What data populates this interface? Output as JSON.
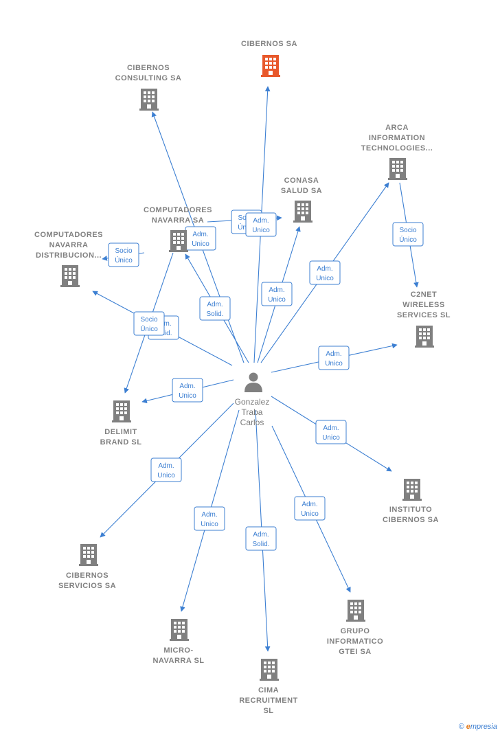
{
  "center": {
    "label": [
      "Gonzalez",
      "Traba",
      "Carlos"
    ]
  },
  "colors": {
    "edge": "#3c7fd2",
    "building": "#808080",
    "main_building": "#e8582b"
  },
  "companies": [
    {
      "id": "cibernos",
      "label": [
        "CIBERNOS SA"
      ],
      "main": true
    },
    {
      "id": "cibernos-consulting",
      "label": [
        "CIBERNOS",
        "CONSULTING SA"
      ]
    },
    {
      "id": "arca",
      "label": [
        "ARCA",
        "INFORMATION",
        "TECHNOLOGIES..."
      ]
    },
    {
      "id": "conasa",
      "label": [
        "CONASA",
        "SALUD SA"
      ]
    },
    {
      "id": "comp-navarra",
      "label": [
        "COMPUTADORES",
        "NAVARRA SA"
      ]
    },
    {
      "id": "comp-navarra-dist",
      "label": [
        "COMPUTADORES",
        "NAVARRA",
        "DISTRIBUCION..."
      ]
    },
    {
      "id": "c2net",
      "label": [
        "C2NET",
        "WIRELESS",
        "SERVICES SL"
      ]
    },
    {
      "id": "delimit",
      "label": [
        "DELIMIT",
        "BRAND SL"
      ]
    },
    {
      "id": "instituto",
      "label": [
        "INSTITUTO",
        "CIBERNOS SA"
      ]
    },
    {
      "id": "cibernos-servicios",
      "label": [
        "CIBERNOS",
        "SERVICIOS SA"
      ]
    },
    {
      "id": "grupo",
      "label": [
        "GRUPO",
        "INFORMATICO",
        "GTEI SA"
      ]
    },
    {
      "id": "micro-navarra",
      "label": [
        "MICRO-",
        "NAVARRA SL"
      ]
    },
    {
      "id": "cima",
      "label": [
        "CIMA",
        "RECRUITMENT",
        "SL"
      ]
    }
  ],
  "edges": [
    {
      "from": "center",
      "to": "cibernos",
      "label": []
    },
    {
      "from": "center",
      "to": "cibernos-consulting",
      "label": []
    },
    {
      "from": "center",
      "to": "conasa",
      "label": [
        "Adm.",
        "Unico"
      ]
    },
    {
      "from": "center",
      "to": "arca",
      "label": [
        "Adm.",
        "Unico"
      ]
    },
    {
      "from": "center",
      "to": "comp-navarra",
      "label": [
        "Adm.",
        "Solid."
      ]
    },
    {
      "from": "center",
      "to": "comp-navarra-dist",
      "label": [
        "Adm.",
        "Solid."
      ]
    },
    {
      "from": "center",
      "to": "c2net",
      "label": [
        "Adm.",
        "Unico"
      ]
    },
    {
      "from": "center",
      "to": "delimit",
      "label": [
        "Adm.",
        "Unico"
      ]
    },
    {
      "from": "center",
      "to": "instituto",
      "label": [
        "Adm.",
        "Unico"
      ]
    },
    {
      "from": "center",
      "to": "cibernos-servicios",
      "label": [
        "Adm.",
        "Unico"
      ]
    },
    {
      "from": "center",
      "to": "micro-navarra",
      "label": [
        "Adm.",
        "Unico"
      ]
    },
    {
      "from": "center",
      "to": "cima",
      "label": [
        "Adm.",
        "Solid."
      ]
    },
    {
      "from": "center",
      "to": "grupo",
      "label": [
        "Adm.",
        "Unico"
      ]
    },
    {
      "from": "comp-navarra",
      "to": "conasa",
      "label": [
        "Socio",
        "Único"
      ]
    },
    {
      "from": "comp-navarra",
      "to": "comp-navarra-dist",
      "label": [
        "Socio",
        "Único"
      ]
    },
    {
      "from": "comp-navarra",
      "to": "delimit",
      "label": [
        "Socio",
        "Único"
      ]
    },
    {
      "from": "arca",
      "to": "c2net",
      "label": [
        "Socio",
        "Único"
      ]
    },
    {
      "from": "comp-navarra",
      "to": "conasa",
      "label": [
        "Adm.",
        "Unico"
      ]
    }
  ],
  "footer": {
    "copyright": "©",
    "brand_initial": "e",
    "brand_rest": "mpresia"
  }
}
